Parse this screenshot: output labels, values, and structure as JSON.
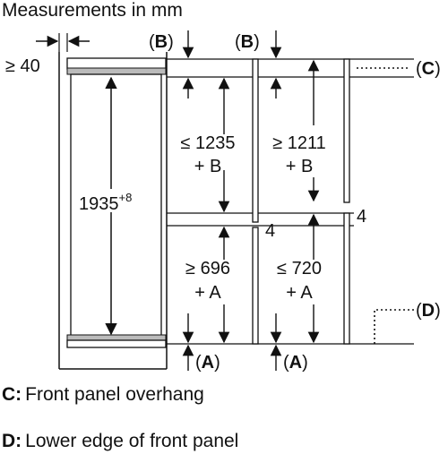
{
  "title": "Measurements in mm",
  "labels": {
    "min_gap": "≥ 40",
    "height_total": "1935",
    "height_total_tolerance": "+8",
    "upper_left_1": "≤ 1235",
    "upper_left_2": "+ B",
    "upper_right_1": "≥ 1211",
    "upper_right_2": "+ B",
    "lower_left_1": "≥ 696",
    "lower_left_2": "+ A",
    "lower_right_1": "≤ 720",
    "lower_right_2": "+ A",
    "gap_left": "4",
    "gap_right": "4",
    "mark_B": "B",
    "mark_A": "A",
    "mark_C": "C",
    "mark_D": "D"
  },
  "legend": [
    {
      "key": "C:",
      "text": "Front panel overhang"
    },
    {
      "key": "D:",
      "text": "Lower edge of front panel"
    }
  ]
}
